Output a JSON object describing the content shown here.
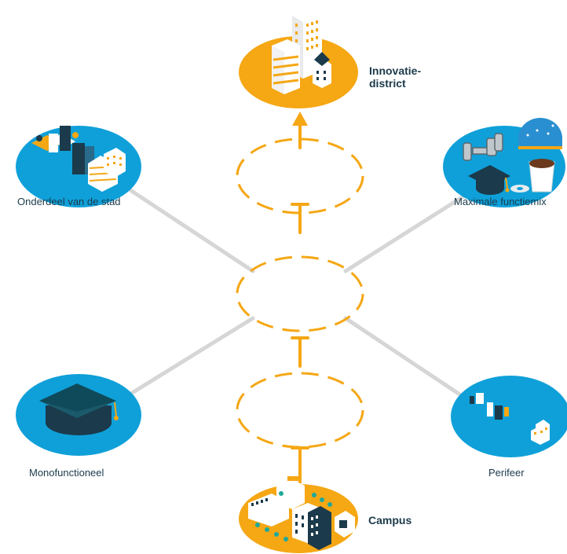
{
  "diagram": {
    "nodes": {
      "onderdeel": "Onderdeel van de stad",
      "maximale": "Maximale functiemix",
      "mono": "Monofunctioneel",
      "perifeer": "Perifeer",
      "innovatie_line1": "Innovatie-",
      "innovatie_line2": "district",
      "campus": "Campus"
    },
    "colors": {
      "blue": "#0fa0d9",
      "orange": "#f5a714",
      "line": "#d6d6d6",
      "dark": "#1b3a4b"
    },
    "icons": {
      "innovatie": "buildings-icon",
      "onderdeel": "city-blocks-icon",
      "maximale": "mixed-functions-icon",
      "mono": "graduation-cap-icon",
      "perifeer": "sparse-buildings-icon",
      "campus": "campus-buildings-icon"
    }
  }
}
